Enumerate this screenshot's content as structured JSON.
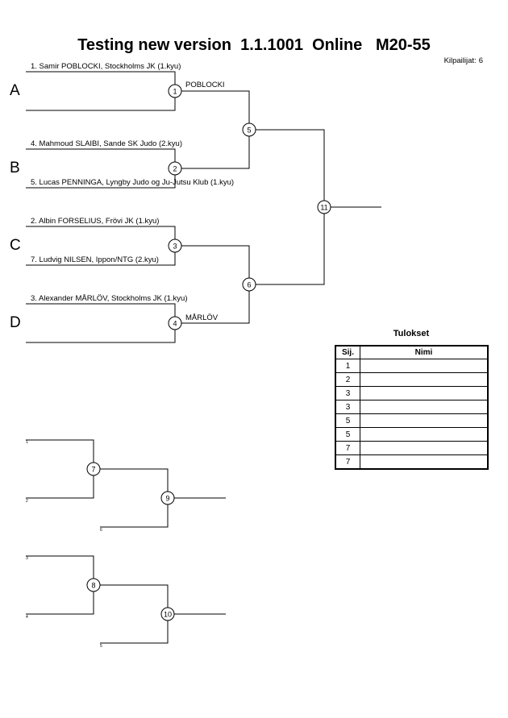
{
  "header": {
    "title": "Testing new version  1.1.1001  Online   M20-55",
    "competitors_label": "Kilpailijat:",
    "competitors_count": "6"
  },
  "groups": [
    "A",
    "B",
    "C",
    "D"
  ],
  "entries": [
    {
      "text": "1. Samir POBLOCKI, Stockholms JK (1.kyu)"
    },
    {
      "text": ""
    },
    {
      "text": "4. Mahmoud SLAIBI, Sande SK Judo (2.kyu)"
    },
    {
      "text": "5. Lucas PENNINGA, Lyngby Judo og Ju-Jutsu Klub (1.kyu)"
    },
    {
      "text": "2. Albin FORSELIUS, Frövi JK (1.kyu)"
    },
    {
      "text": "7. Ludvig NILSEN, Ippon/NTG (2.kyu)"
    },
    {
      "text": "3. Alexander MÅRLÖV, Stockholms JK (1.kyu)"
    },
    {
      "text": ""
    }
  ],
  "matches": {
    "m1": {
      "number": "1",
      "winner": "POBLOCKI"
    },
    "m2": {
      "number": "2",
      "winner": ""
    },
    "m3": {
      "number": "3",
      "winner": ""
    },
    "m4": {
      "number": "4",
      "winner": "MÅRLÖV"
    },
    "m5": {
      "number": "5",
      "winner": ""
    },
    "m6": {
      "number": "6",
      "winner": ""
    },
    "m11": {
      "number": "11",
      "winner": ""
    }
  },
  "repechage": [
    {
      "matches": [
        "7",
        "9"
      ],
      "slots": [
        "1",
        "2",
        "6"
      ]
    },
    {
      "matches": [
        "8",
        "10"
      ],
      "slots": [
        "3",
        "4",
        "5"
      ]
    }
  ],
  "results": {
    "title": "Tulokset",
    "col_place": "Sij.",
    "col_name": "Nimi",
    "rows": [
      {
        "place": "1",
        "name": ""
      },
      {
        "place": "2",
        "name": ""
      },
      {
        "place": "3",
        "name": ""
      },
      {
        "place": "3",
        "name": ""
      },
      {
        "place": "5",
        "name": ""
      },
      {
        "place": "5",
        "name": ""
      },
      {
        "place": "7",
        "name": ""
      },
      {
        "place": "7",
        "name": ""
      }
    ]
  }
}
